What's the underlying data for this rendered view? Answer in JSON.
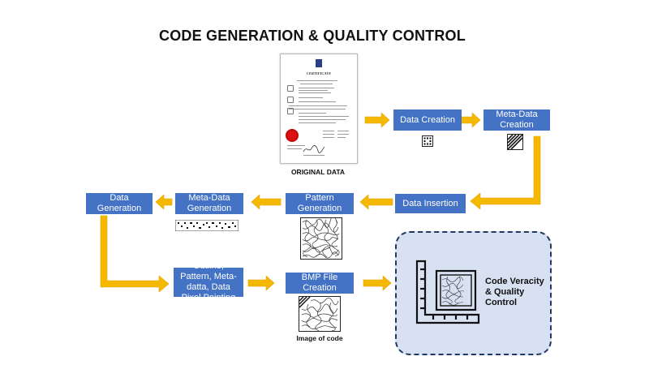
{
  "title": "CODE GENERATION & QUALITY CONTROL",
  "certificate": {
    "heading": "CERTIFICATE",
    "caption": "ORIGINAL DATA"
  },
  "boxes": {
    "data_creation": "Data Creation",
    "meta_data_creation": "Meta-Data Creation",
    "data_insertion": "Data Insertion",
    "pattern_generation": "Pattern Generation",
    "meta_data_generation": "Meta-Data Generation",
    "data_generation": "Data Generation",
    "outline": "Outline, Pattern, Meta-datta, Data Pixel Pointing",
    "bmp_file_creation": "BMP File Creation"
  },
  "image_caption": "Image of code",
  "result_label": "Code Veracity & Quality Control",
  "colors": {
    "box_blue": "#4472c4",
    "arrow_gold": "#f5b800",
    "panel_fill": "#d7e1f1",
    "panel_border": "#1f3864"
  }
}
